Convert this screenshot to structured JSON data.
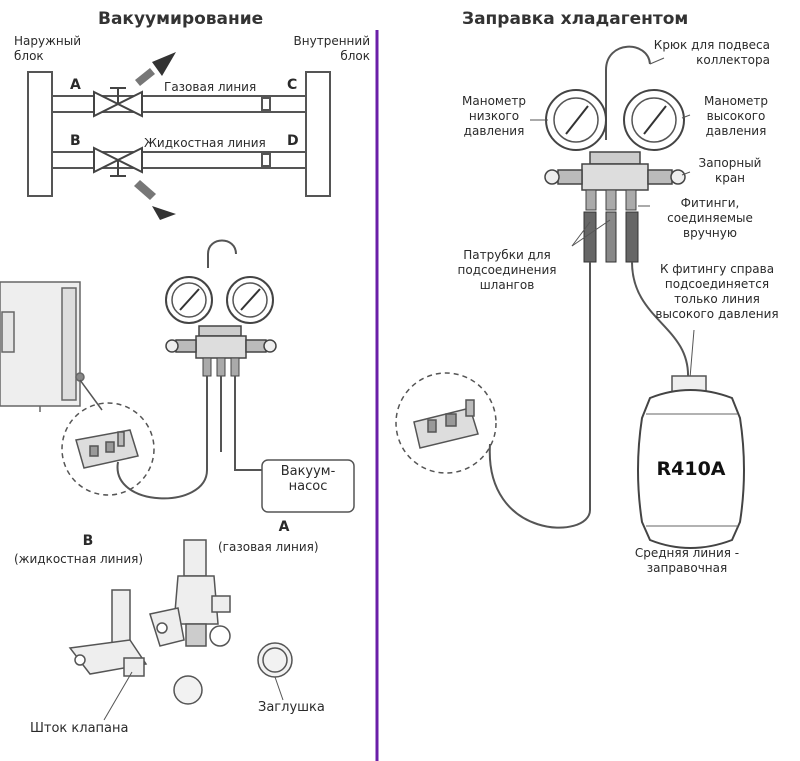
{
  "left": {
    "title": "Вакуумирование",
    "outdoor_unit": "Наружный блок",
    "indoor_unit": "Внутренний блок",
    "letter_a": "A",
    "letter_b": "B",
    "letter_c": "C",
    "letter_d": "D",
    "gas_line": "Газовая линия",
    "liquid_line": "Жидкостная линия",
    "vacuum_pump": "Вакуум-насос",
    "bottom_b": "B",
    "bottom_b_desc": "(жидкостная линия)",
    "bottom_a": "A",
    "bottom_a_desc": "(газовая линия)",
    "valve_stem": "Шток клапана",
    "cap": "Заглушка"
  },
  "right": {
    "title": "Заправка хладагентом",
    "hook": "Крюк для подвеса коллектора",
    "low_gauge": "Манометр низкого давления",
    "high_gauge": "Манометр высокого давления",
    "shutoff_valve": "Запорный кран",
    "fittings": "Фитинги, соединяемые вручную",
    "hose_ports": "Патрубки для подсоединения шлангов",
    "right_fitting_note": "К фитингу справа подсоединяется только линия высокого давления",
    "tank_label": "R410A",
    "middle_line": "Средняя линия - заправочная"
  },
  "colors": {
    "divider": "#6a1fa8",
    "line": "#555555"
  }
}
